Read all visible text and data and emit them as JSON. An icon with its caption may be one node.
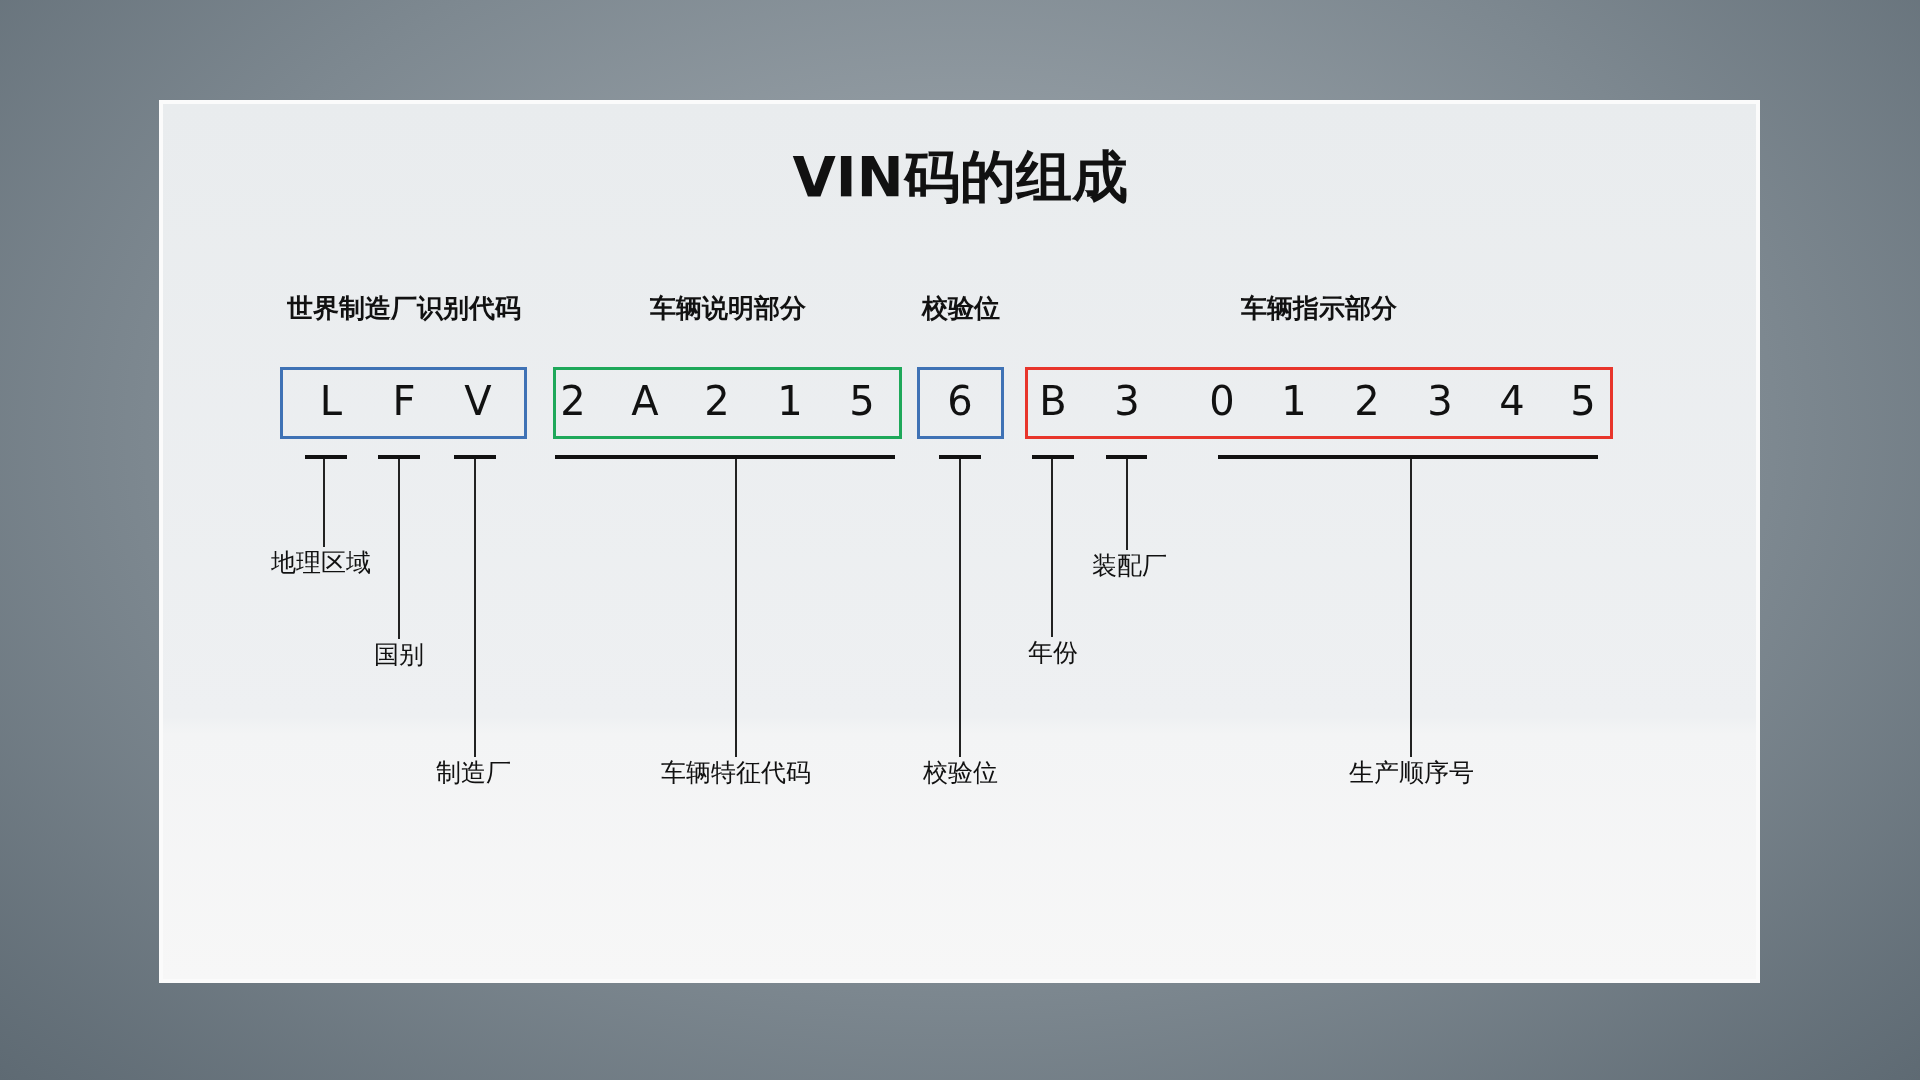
{
  "diagram": {
    "title": "VIN码的组成",
    "nodes": [
      {
        "text": [
          "世界制造厂识别代码",
          "L",
          "F",
          "V"
        ]
      },
      {
        "text": [
          "车辆说明部分",
          "2",
          "A",
          "2",
          "1",
          "5"
        ]
      },
      {
        "text": [
          "校验位",
          "6"
        ]
      },
      {
        "text": [
          "车辆指示部分",
          "B",
          "3",
          "0",
          "1",
          "2",
          "3",
          "4",
          "5"
        ]
      },
      {
        "text": [],
        "shape": "bar"
      },
      {
        "text": [],
        "shape": "bar"
      },
      {
        "text": [],
        "shape": "bar"
      },
      {
        "text": [],
        "shape": "bar"
      },
      {
        "text": [],
        "shape": "bar"
      },
      {
        "text": [],
        "shape": "bar"
      },
      {
        "text": [],
        "shape": "bar"
      },
      {
        "text": [],
        "shape": "bar"
      },
      {
        "text": [
          "地理区域"
        ]
      },
      {
        "text": [
          "国别"
        ]
      },
      {
        "text": [
          "制造厂"
        ]
      },
      {
        "text": [
          "车辆特征代码"
        ]
      },
      {
        "text": [
          "校验位"
        ]
      },
      {
        "text": [
          "年份"
        ]
      },
      {
        "text": [
          "装配厂"
        ]
      },
      {
        "text": [
          "生产顺序号"
        ]
      }
    ],
    "edges": [
      {
        "from": 12,
        "to": 4,
        "arrow": "none"
      },
      {
        "from": 13,
        "to": 5,
        "arrow": "none"
      },
      {
        "from": 14,
        "to": 6,
        "arrow": "none"
      },
      {
        "from": 15,
        "to": 7,
        "arrow": "none"
      },
      {
        "from": 16,
        "to": 8,
        "arrow": "none"
      },
      {
        "from": 17,
        "to": 9,
        "arrow": "none"
      },
      {
        "from": 18,
        "to": 10,
        "arrow": "none"
      },
      {
        "from": 19,
        "to": 11,
        "arrow": "none"
      }
    ]
  }
}
